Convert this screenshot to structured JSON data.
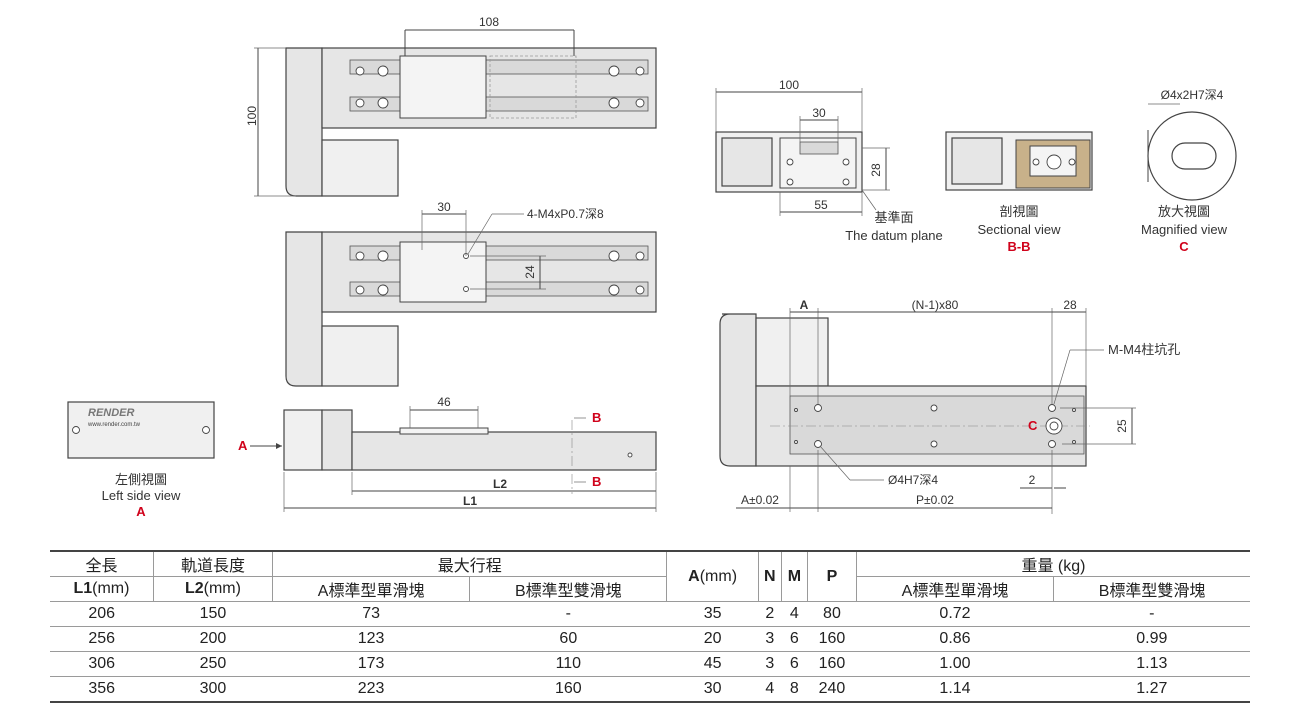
{
  "drawing": {
    "dims": {
      "top_length": "108",
      "top_height": "100",
      "mid_slot": "30",
      "mid_callout": "4-M4xP0.7深8",
      "mid_spacing": "24",
      "side_stroke": "46",
      "end_width": "100",
      "end_slot": "30",
      "end_height": "28",
      "end_offset": "55",
      "magnify_label": "Ø4x2H7深4",
      "l2": "L2",
      "l1": "L1",
      "bottom_a": "A",
      "bottom_n": "(N-1)x80",
      "bottom_28": "28",
      "bottom_m": "M-M4柱坑孔",
      "bottom_25": "25",
      "bottom_hole": "Ø4H7深4",
      "bottom_2": "2",
      "bottom_apm": "A±0.02",
      "bottom_ppm": "P±0.02"
    },
    "markers": {
      "a": "A",
      "b": "B",
      "c": "C"
    },
    "labels": {
      "datum_zh": "基準面",
      "datum_en": "The datum plane",
      "section_zh": "剖視圖",
      "section_en": "Sectional view",
      "section_tag": "B-B",
      "magnified_zh": "放大視圖",
      "magnified_en": "Magnified view",
      "magnified_tag": "C",
      "left_zh": "左側視圖",
      "left_en": "Left side view",
      "left_tag": "A"
    },
    "brand": {
      "name": "RENDER",
      "url": "www.render.com.tw"
    }
  },
  "table": {
    "h_l1_zh": "全長",
    "h_l1": "L1",
    "h_l1_unit": "(mm)",
    "h_l2_zh": "軌道長度",
    "h_l2": "L2",
    "h_l2_unit": "(mm)",
    "h_stroke": "最大行程",
    "h_stroke_a": "A標準型單滑塊",
    "h_stroke_b": "B標準型雙滑塊",
    "h_a": "A",
    "h_a_unit": "(mm)",
    "h_n": "N",
    "h_m": "M",
    "h_p": "P",
    "h_weight": "重量 (kg)",
    "h_weight_a": "A標準型單滑塊",
    "h_weight_b": "B標準型雙滑塊",
    "rows": [
      [
        "206",
        "150",
        "73",
        "-",
        "35",
        "2",
        "4",
        "80",
        "0.72",
        "-"
      ],
      [
        "256",
        "200",
        "123",
        "60",
        "20",
        "3",
        "6",
        "160",
        "0.86",
        "0.99"
      ],
      [
        "306",
        "250",
        "173",
        "110",
        "45",
        "3",
        "6",
        "160",
        "1.00",
        "1.13"
      ],
      [
        "356",
        "300",
        "223",
        "160",
        "30",
        "4",
        "8",
        "240",
        "1.14",
        "1.27"
      ]
    ]
  },
  "colors": {
    "accent_red": "#d0021b",
    "line": "#444444"
  }
}
